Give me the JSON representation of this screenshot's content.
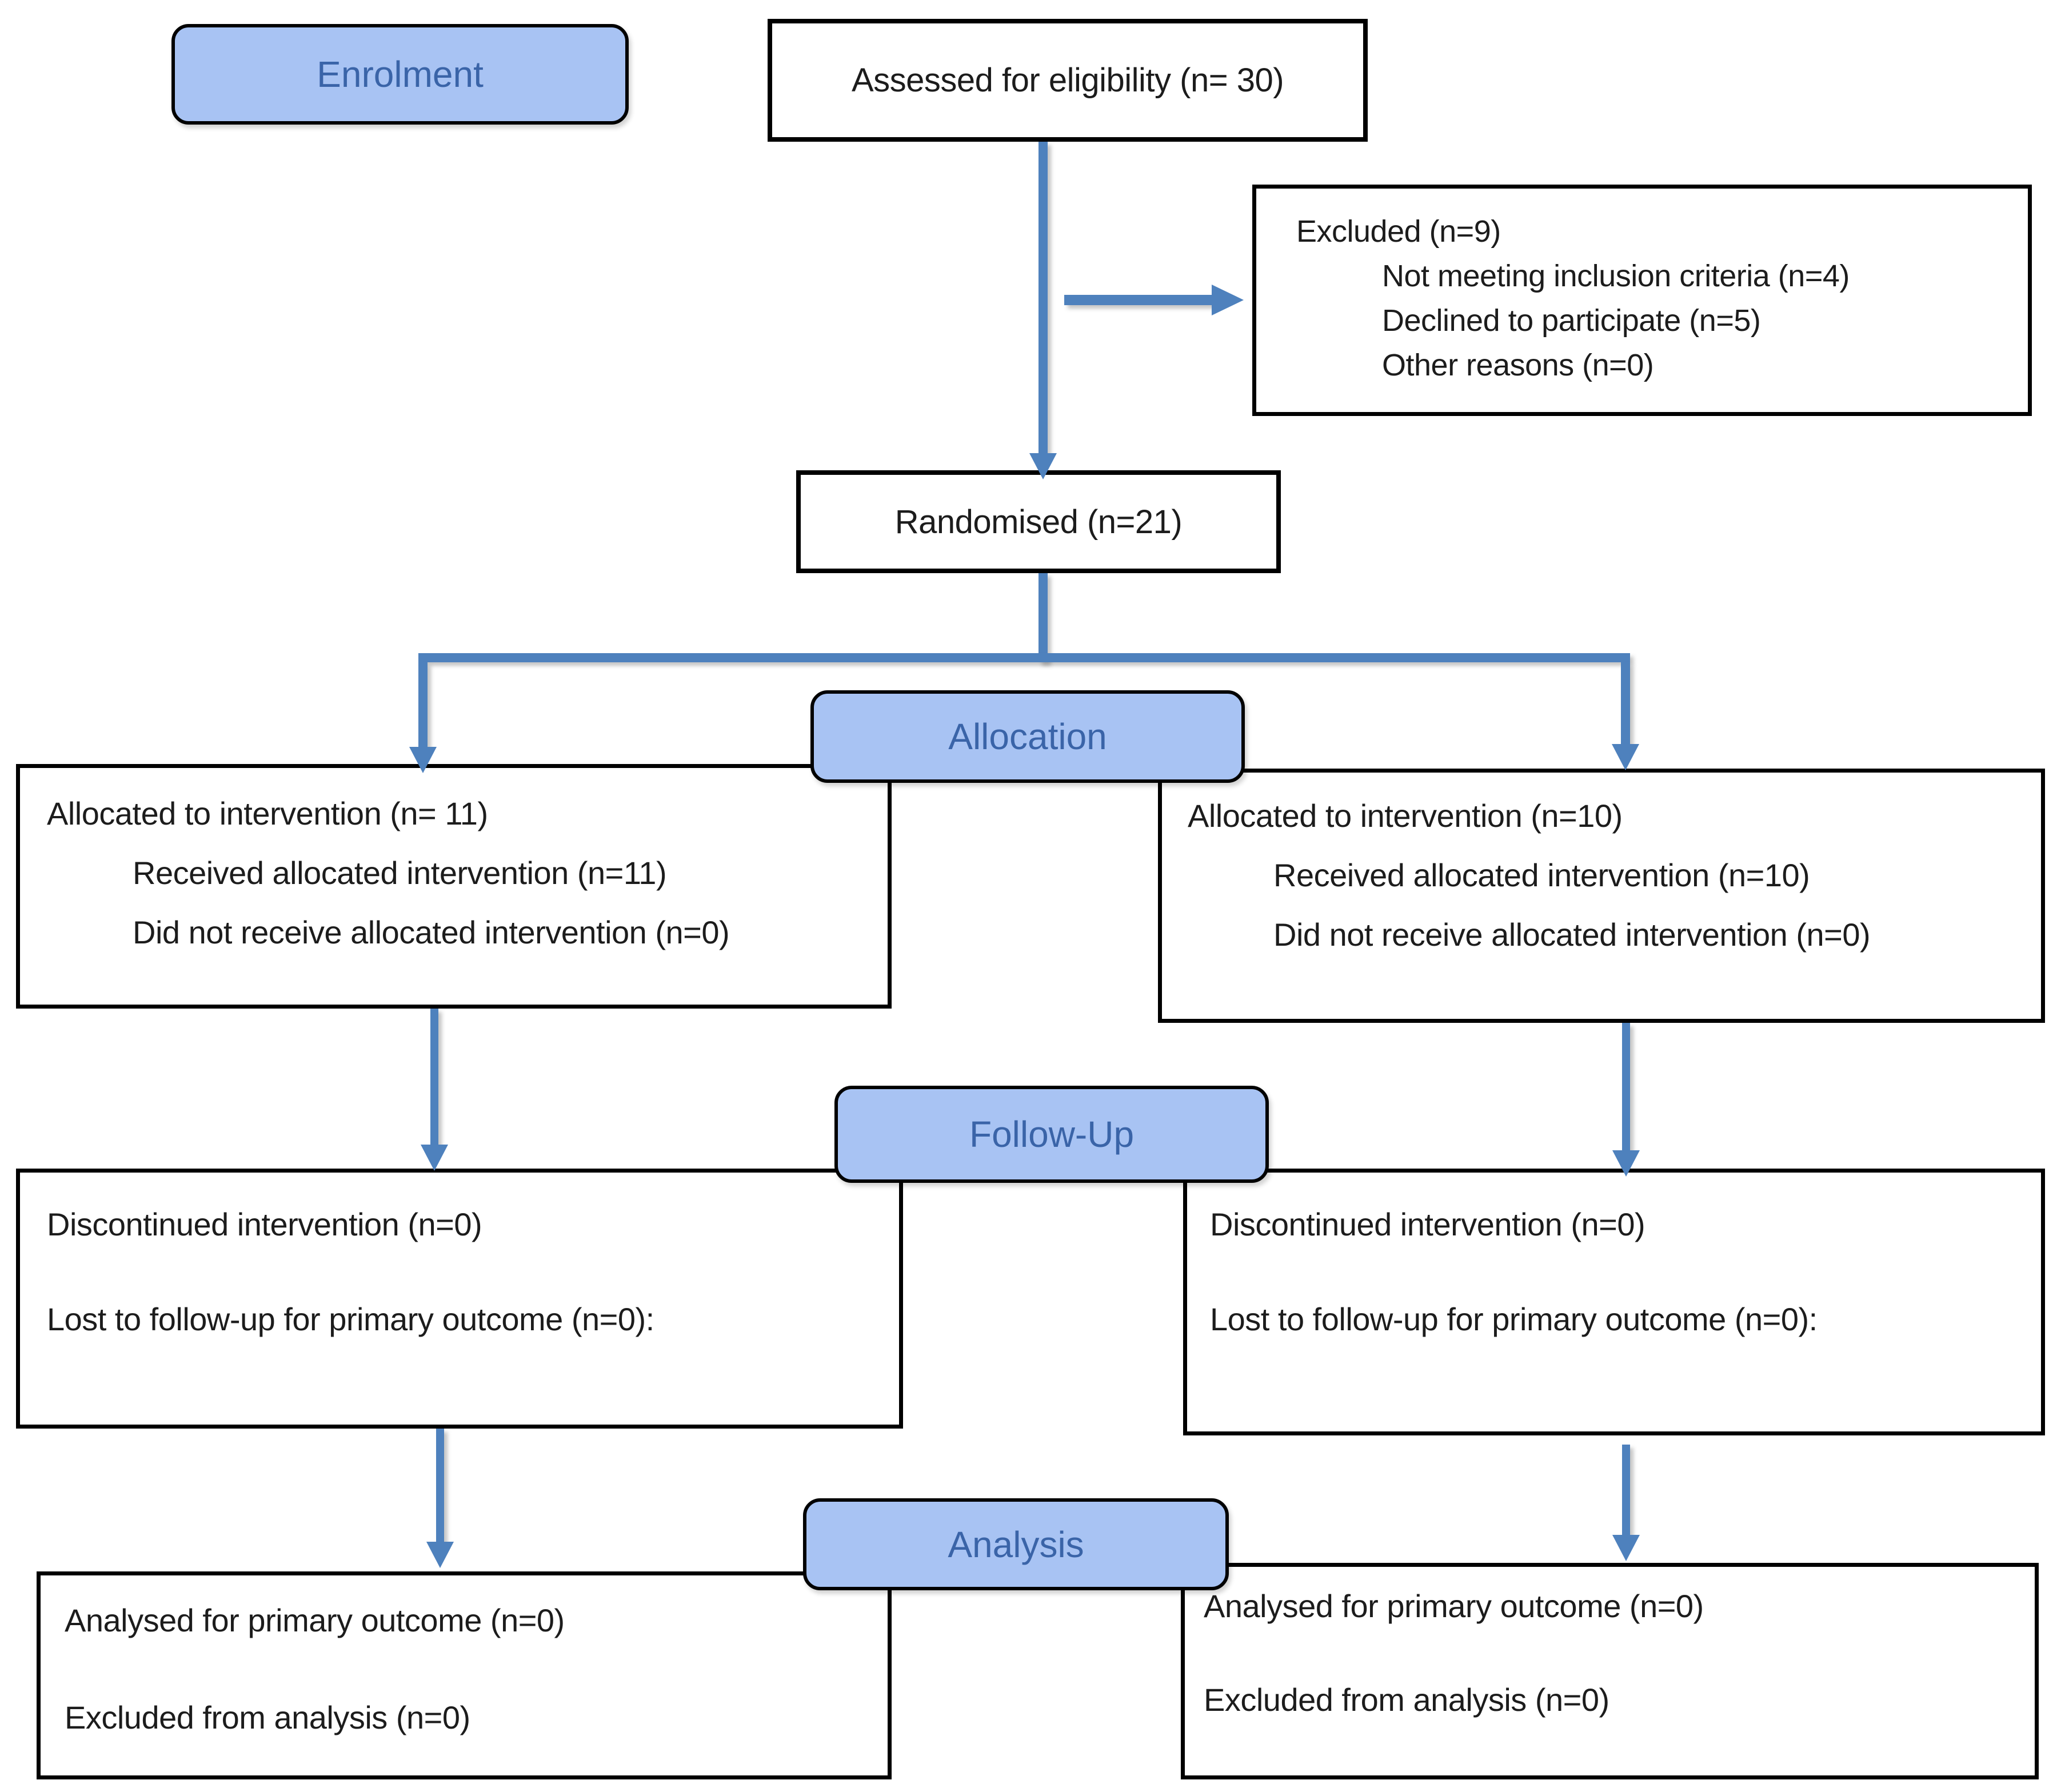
{
  "page": {
    "background": "#ffffff"
  },
  "colors": {
    "stage_fill": "#a8c3f3",
    "stage_border": "#000000",
    "stage_text": "#3a64a8",
    "box_border": "#000000",
    "box_text": "#1c1c1c",
    "arrow": "#4e81bd"
  },
  "stages": {
    "enrolment": "Enrolment",
    "allocation": "Allocation",
    "followup": "Follow-Up",
    "analysis": "Analysis"
  },
  "enrolment": {
    "assessed": "Assessed for eligibility (n= 30)",
    "excluded_title": "Excluded (n=9)",
    "excluded_items": [
      "Not meeting inclusion criteria (n=4)",
      "Declined to participate (n=5)",
      "Other reasons (n=0)"
    ],
    "randomised": "Randomised (n=21)"
  },
  "allocation": {
    "left": {
      "title": "Allocated to intervention (n= 11)",
      "items": [
        "Received allocated intervention (n=11)",
        "Did not receive allocated intervention (n=0)"
      ]
    },
    "right": {
      "title": "Allocated to intervention (n=10)",
      "items": [
        "Received allocated intervention (n=10)",
        "Did not receive allocated intervention (n=0)"
      ]
    }
  },
  "followup": {
    "left": {
      "line1": "Discontinued intervention (n=0)",
      "line2": "Lost to follow-up for primary outcome (n=0):"
    },
    "right": {
      "line1": "Discontinued intervention (n=0)",
      "line2": "Lost to follow-up for primary outcome (n=0):"
    }
  },
  "analysis": {
    "left": {
      "line1": "Analysed for primary outcome (n=0)",
      "line2": "Excluded from analysis (n=0)"
    },
    "right": {
      "line1": "Analysed for primary outcome (n=0)",
      "line2": "Excluded from analysis (n=0)"
    }
  }
}
